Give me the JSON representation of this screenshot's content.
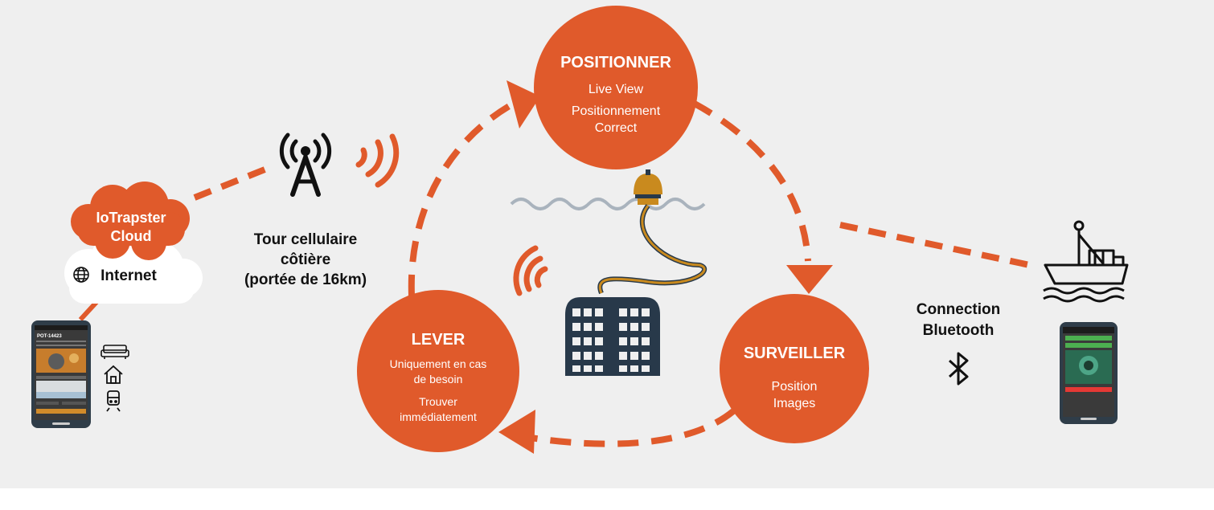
{
  "colors": {
    "accent": "#e05a2b",
    "background": "#efefef",
    "text": "#111111",
    "trap": "#28394a",
    "buoy": "#c98a1e",
    "rope": "#b88a3a",
    "wave": "#a9b3bd"
  },
  "nodes": {
    "positionner": {
      "title": "POSITIONNER",
      "line1": "Live View",
      "line2": "Positionnement",
      "line3": "Correct"
    },
    "surveiller": {
      "title": "SURVEILLER",
      "line1": "Position",
      "line2": "Images"
    },
    "lever": {
      "title": "LEVER",
      "line1": "Uniquement en cas",
      "line2": "de besoin",
      "line3": "Trouver",
      "line4": "immédiatement"
    }
  },
  "cloud": {
    "line1": "IoTrapster",
    "line2": "Cloud",
    "internet": "Internet"
  },
  "tower": {
    "line1": "Tour cellulaire",
    "line2": "côtière",
    "line3": "(portée de 16km)"
  },
  "bluetooth": {
    "line1": "Connection",
    "line2": "Bluetooth"
  },
  "phone_left": {
    "title": "POT-14423"
  },
  "icons": [
    "globe-icon",
    "cell-tower-icon",
    "signal-waves-icon",
    "sofa-icon",
    "house-icon",
    "train-icon",
    "bluetooth-icon",
    "boat-icon",
    "buoy-icon",
    "trap-icon"
  ]
}
